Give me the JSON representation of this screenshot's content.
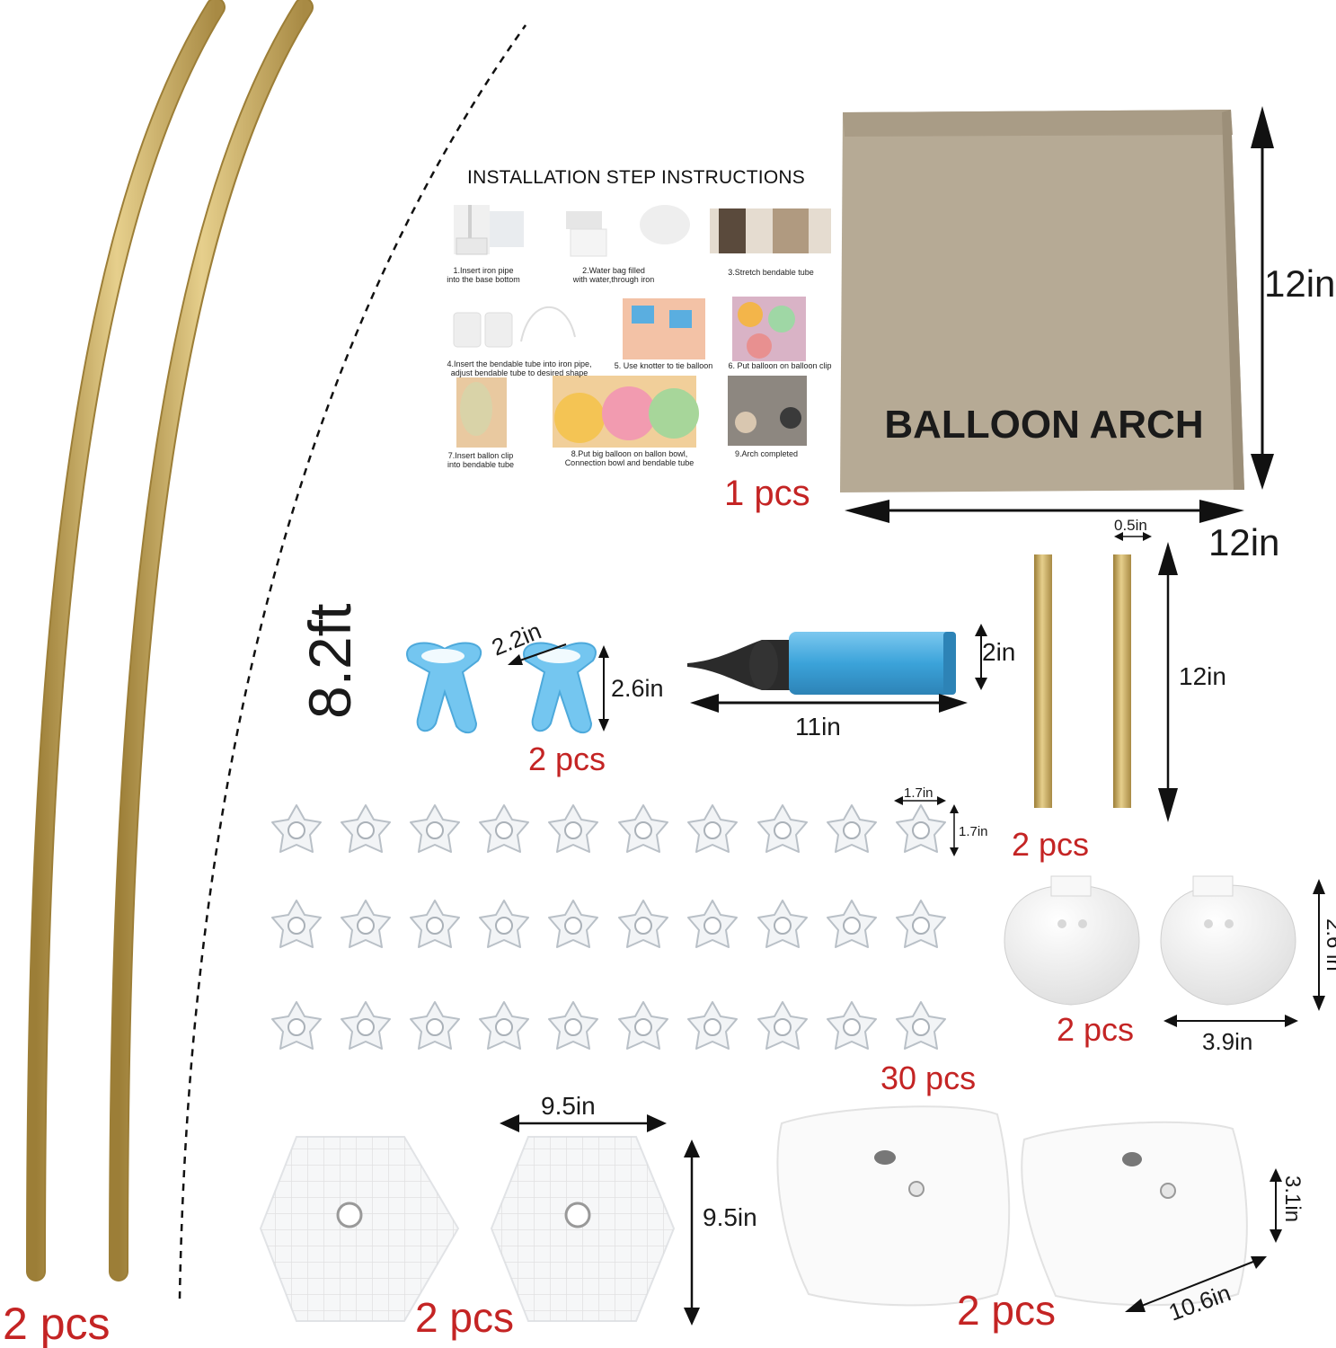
{
  "arch_tube": {
    "pieces": "2 pcs",
    "length": "8.2ft",
    "color": "#c8a95a"
  },
  "instructions": {
    "title": "INSTALLATION STEP INSTRUCTIONS",
    "steps": [
      "1.Insert iron pipe\ninto the base bottom",
      "2.Water bag filled\nwith water,through iron",
      "3.Stretch bendable tube",
      "4.Insert the bendable tube into  iron pipe,\nadjust bendable tube to desired shape",
      "5. Use knotter to tie balloon",
      "6. Put balloon on balloon clip",
      "7.Insert ballon clip\ninto bendable tube",
      "8.Put big balloon on ballon bowl,\nConnection bowl and bendable tube",
      "9.Arch completed"
    ],
    "pieces": "1 pcs"
  },
  "box": {
    "label": "BALLOON ARCH",
    "height": "12in",
    "width": "12in",
    "color": "#b6aa95"
  },
  "tying_tool": {
    "width": "2.2in",
    "height": "2.6in",
    "pieces": "2 pcs",
    "color": "#6fc3ee"
  },
  "pump": {
    "length": "11in",
    "height": "2in",
    "color": "#3fa8de"
  },
  "rods": {
    "gap": "0.5in",
    "length": "12in",
    "pieces": "2 pcs"
  },
  "flower_clips": {
    "width": "1.7in",
    "height": "1.7in",
    "pieces": "30 pcs"
  },
  "bowls": {
    "height": "2.6 in",
    "width": "3.9in",
    "pieces": "2 pcs"
  },
  "base_plates": {
    "width": "9.5in",
    "height": "9.5in",
    "pieces": "2 pcs"
  },
  "water_bags": {
    "height": "3.1in",
    "width": "10.6in",
    "pieces": "2 pcs"
  },
  "colors": {
    "accent_red": "#c42424",
    "gold": "#c8a95a"
  }
}
